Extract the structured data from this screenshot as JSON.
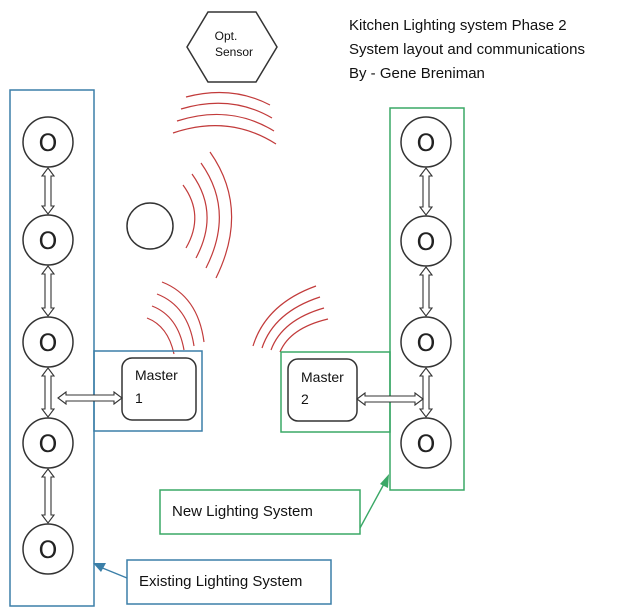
{
  "title": {
    "line1": "Kitchen Lighting system Phase 2",
    "line2": "System layout and communications",
    "line3": "By - Gene Breniman"
  },
  "sensor": {
    "line1": "Opt.",
    "line2": "Sensor"
  },
  "master1": {
    "line1": "Master",
    "line2": "1"
  },
  "master2": {
    "line1": "Master",
    "line2": "2"
  },
  "lamp_glyph": "O",
  "labels": {
    "existing": "Existing Lighting System",
    "new": "New Lighting System"
  },
  "colors": {
    "existing_system": "#3b7fa8",
    "new_system": "#3aa866",
    "signal_waves": "#c23b3b",
    "outline": "#333333"
  }
}
